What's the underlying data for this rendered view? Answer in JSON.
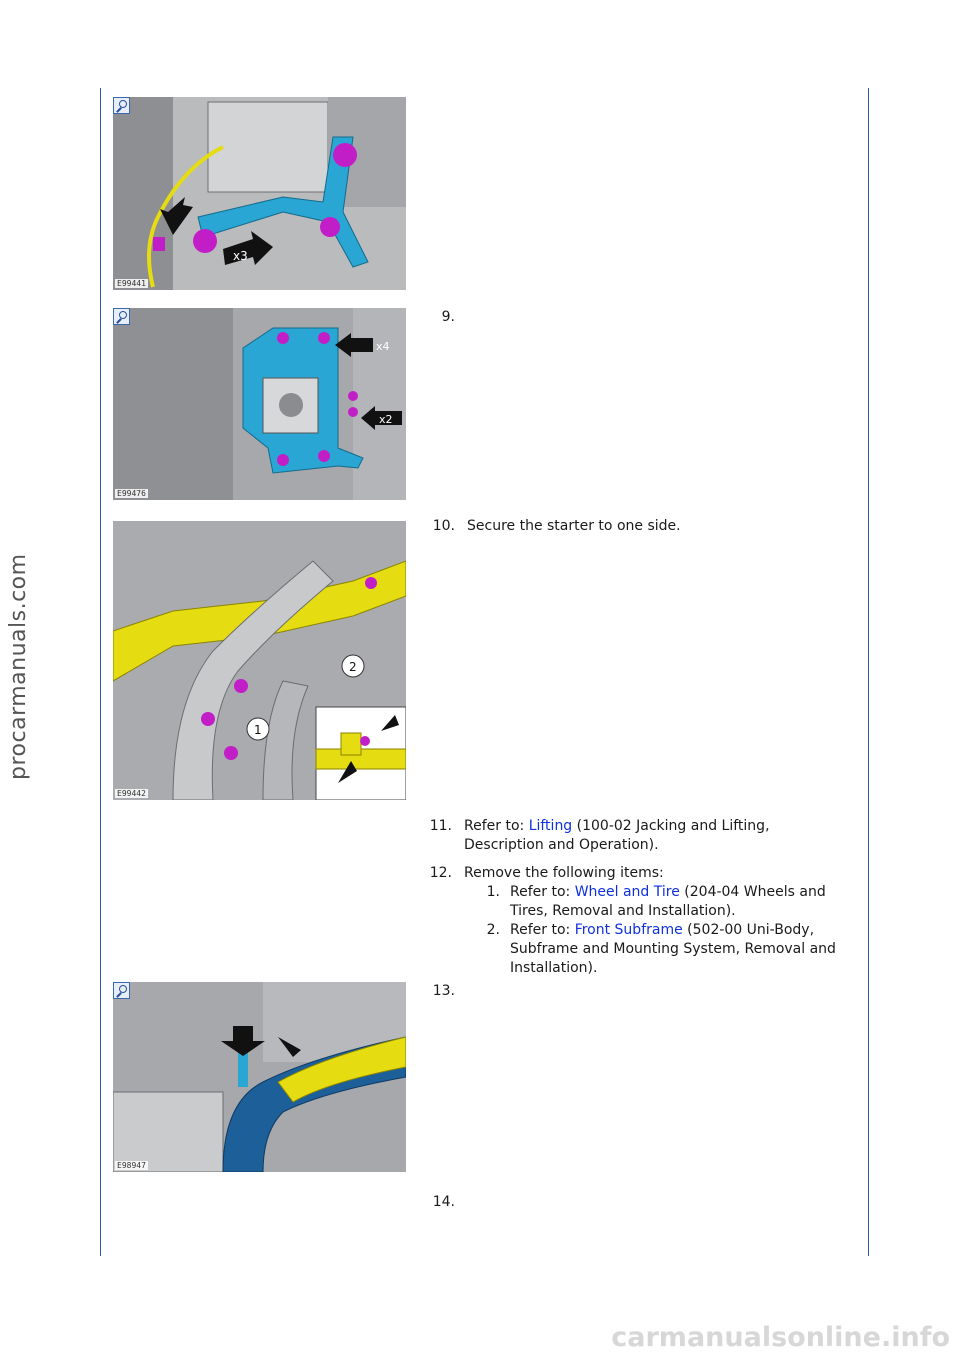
{
  "watermark": "procarmanuals.com",
  "footer_brand": "carmanualsonline.info",
  "figures": [
    {
      "code": "E99441",
      "callouts": [
        "x3"
      ]
    },
    {
      "code": "E99476",
      "callouts": [
        "x4",
        "x2"
      ]
    },
    {
      "code": "E99442",
      "callouts": [
        "1",
        "2"
      ]
    },
    {
      "code": "E98947",
      "callouts": []
    }
  ],
  "steps": {
    "s9": {
      "num": "9."
    },
    "s10": {
      "num": "10.",
      "text": "Secure the starter to one side."
    },
    "s11": {
      "num": "11.",
      "pre": "Refer to: ",
      "link": "Lifting",
      "post": " (100-02 Jacking and Lifting, Description and Operation)."
    },
    "s12": {
      "num": "12.",
      "text": "Remove the following items:",
      "items": [
        {
          "num": "1.",
          "pre": "Refer to: ",
          "link": "Wheel and Tire",
          "post": " (204-04 Wheels and Tires, Removal and Installation)."
        },
        {
          "num": "2.",
          "pre": "Refer to: ",
          "link": "Front Subframe",
          "post": " (502-00 Uni-Body, Subframe and Mounting System, Removal and Installation)."
        }
      ]
    },
    "s13": {
      "num": "13."
    },
    "s14": {
      "num": "14."
    }
  },
  "colors": {
    "rule": "#2a5db0",
    "link": "#1030e0",
    "highlight_blue": "#2aa6d4",
    "highlight_yellow": "#e6dc12",
    "fastener_magenta": "#c21ec8"
  }
}
